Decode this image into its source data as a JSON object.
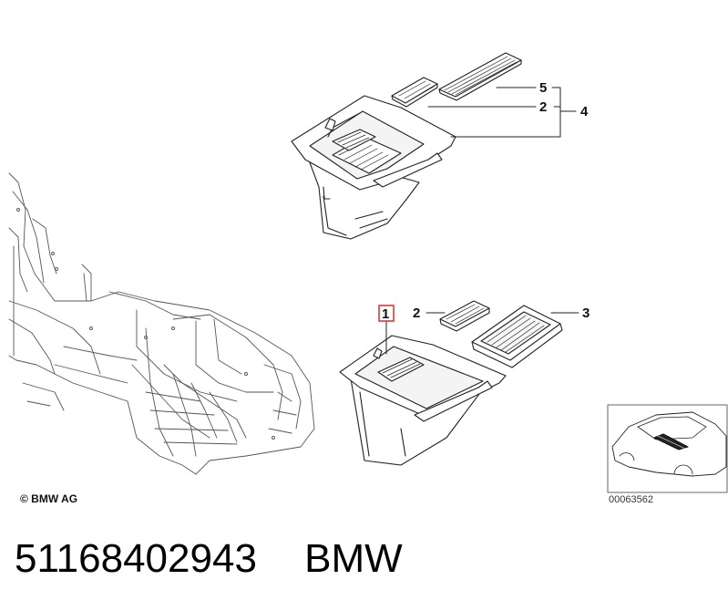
{
  "diagram": {
    "callouts": {
      "top_5": "5",
      "top_2": "2",
      "top_4": "4",
      "bottom_1": "1",
      "bottom_2": "2",
      "bottom_3": "3"
    },
    "highlight_color": "#d92b2b",
    "copyright": "© BMW AG",
    "image_code": "00063562"
  },
  "footer": {
    "part_number": "51168402943",
    "brand": "BMW"
  }
}
